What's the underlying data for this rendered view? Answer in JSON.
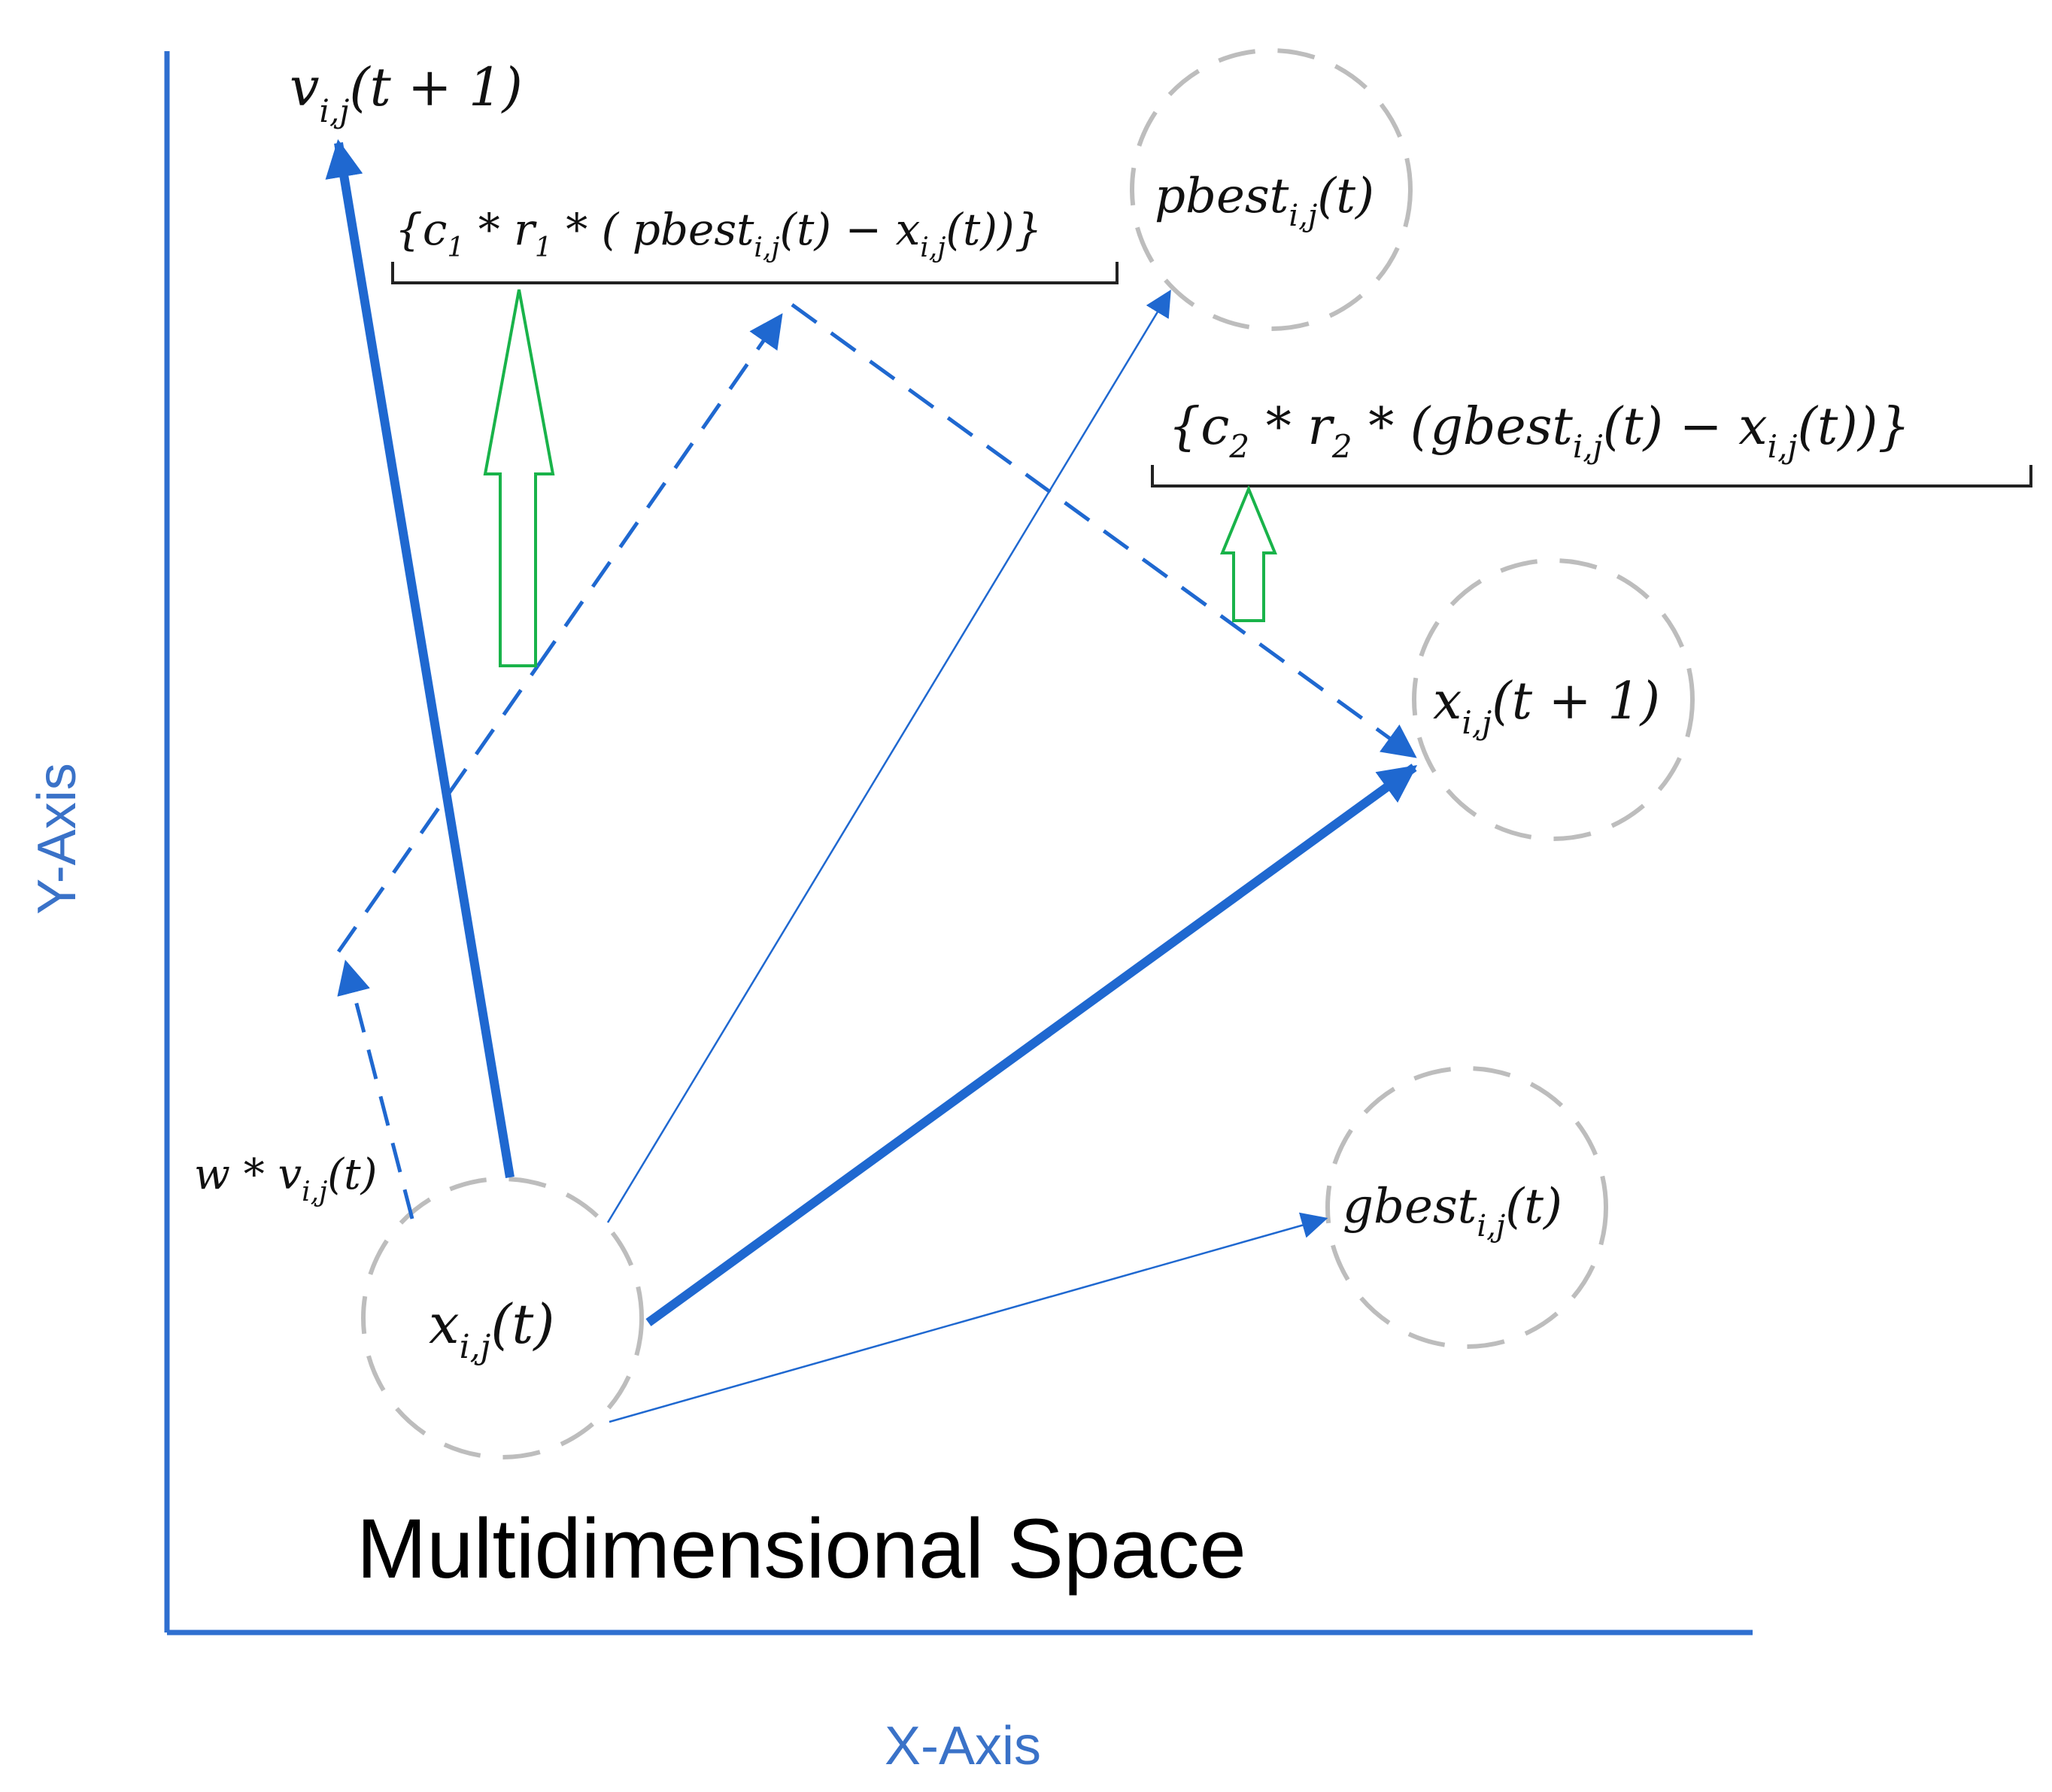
{
  "diagram": {
    "title": "Multidimensional Space",
    "x_axis_label": "X-Axis",
    "y_axis_label": "Y-Axis",
    "nodes": {
      "current_position": {
        "base": "x",
        "sub": "i,j",
        "arg": "(t)"
      },
      "next_position": {
        "base": "x",
        "sub": "i,j",
        "arg": "(t + 1)"
      },
      "personal_best": {
        "base": "pbest",
        "sub": "i,j",
        "arg": "(t)"
      },
      "global_best": {
        "base": "gbest",
        "sub": "i,j",
        "arg": "(t)"
      }
    },
    "labels": {
      "new_velocity": {
        "base": "v",
        "sub": "i,j",
        "arg": "(t + 1)"
      },
      "inertia": {
        "base": "w * v",
        "sub": "i,j",
        "arg": "(t)"
      },
      "cognitive": {
        "pre": "{c",
        "pre_sub": "1",
        "mid": " * r",
        "mid_sub": "1",
        "mid2": " * ( pbest",
        "sub": "i,j",
        "post1": "(t) − x",
        "sub2": "i,j",
        "post2": "(t))}"
      },
      "social": {
        "pre": "{c",
        "pre_sub": "2",
        "mid": " * r",
        "mid_sub": "2",
        "mid2": " * (gbest",
        "sub": "i,j",
        "post1": "(t) − x",
        "sub2": "i,j",
        "post2": "(t))}"
      }
    },
    "colors": {
      "axis": "#2f6fd0",
      "arrow": "#1f68d0",
      "axis_text": "#3a72c8",
      "circle": "#bdbdbd",
      "hollow_arrow": "#19b34a",
      "bracket": "#222222"
    }
  }
}
